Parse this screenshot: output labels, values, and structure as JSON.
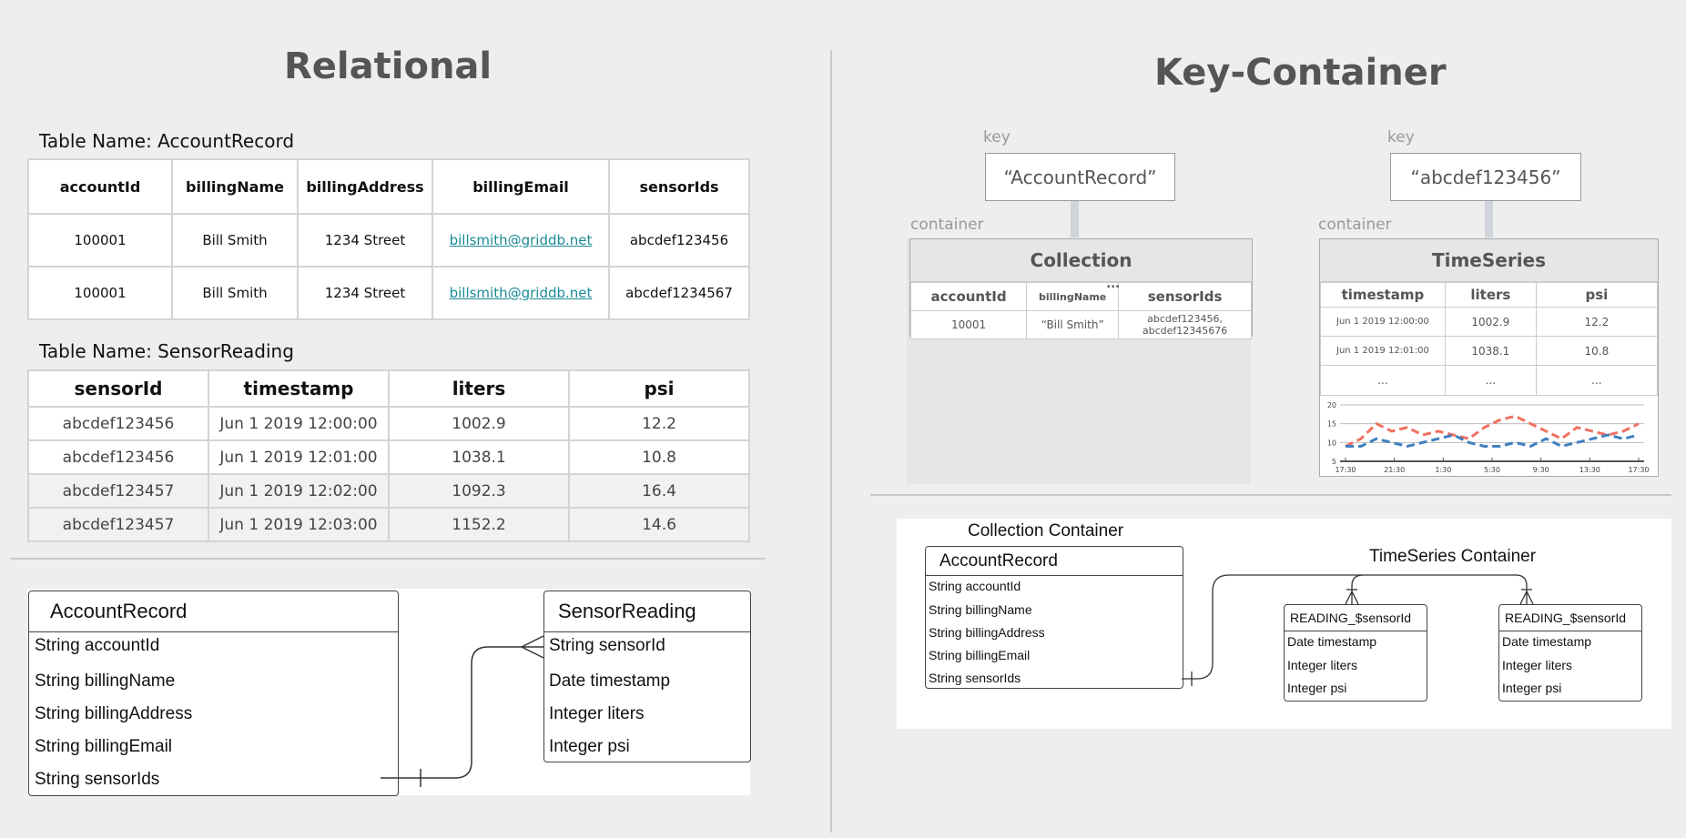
{
  "relational": {
    "heading": "Relational",
    "account_table": {
      "name": "Table Name: AccountRecord",
      "columns": [
        "accountId",
        "billingName",
        "billingAddress",
        "billingEmail",
        "sensorIds"
      ],
      "rows": [
        [
          "100001",
          "Bill Smith",
          "1234 Street",
          "billsmith@griddb.net",
          "abcdef123456"
        ],
        [
          "100001",
          "Bill Smith",
          "1234 Street",
          "billsmith@griddb.net",
          "abcdef1234567"
        ]
      ]
    },
    "sensor_table": {
      "name": "Table Name: SensorReading",
      "columns": [
        "sensorId",
        "timestamp",
        "liters",
        "psi"
      ],
      "rows": [
        [
          "abcdef123456",
          "Jun 1 2019 12:00:00",
          "1002.9",
          "12.2"
        ],
        [
          "abcdef123456",
          "Jun 1 2019 12:01:00",
          "1038.1",
          "10.8"
        ],
        [
          "abcdef123457",
          "Jun 1 2019 12:02:00",
          "1092.3",
          "16.4"
        ],
        [
          "abcdef123457",
          "Jun 1 2019 12:03:00",
          "1152.2",
          "14.6"
        ]
      ]
    },
    "erd": {
      "account": {
        "title": "AccountRecord",
        "fields": [
          "String accountId",
          "String billingName",
          "String billingAddress",
          "String billingEmail",
          "String sensorIds"
        ]
      },
      "sensor": {
        "title": "SensorReading",
        "fields": [
          "String sensorId",
          "Date timestamp",
          "Integer liters",
          "Integer psi"
        ]
      }
    }
  },
  "keycontainer": {
    "heading": "Key-Container",
    "key_label": "key",
    "container_label": "container",
    "collection": {
      "key": "“AccountRecord”",
      "title": "Collection",
      "columns": [
        "accountId",
        "billingName",
        "sensorIds"
      ],
      "ellipsis": "...",
      "row": [
        "10001",
        "“Bill Smith”",
        "abcdef123456, abcdef12345676"
      ]
    },
    "timeseries": {
      "key": "“abcdef123456”",
      "title": "TimeSeries",
      "columns": [
        "timestamp",
        "liters",
        "psi"
      ],
      "rows": [
        [
          "Jun 1 2019 12:00:00",
          "1002.9",
          "12.2"
        ],
        [
          "Jun 1 2019 12:01:00",
          "1038.1",
          "10.8"
        ],
        [
          "...",
          "...",
          "..."
        ]
      ]
    },
    "erd": {
      "collection_label": "Collection Container",
      "timeseries_label": "TimeSeries Container",
      "account": {
        "title": "AccountRecord",
        "fields": [
          "String accountId",
          "String billingName",
          "String billingAddress",
          "String billingEmail",
          "String sensorIds"
        ]
      },
      "reading": {
        "title": "READING_$sensorId",
        "fields": [
          "Date timestamp",
          "Integer liters",
          "Integer psi"
        ]
      }
    }
  },
  "colors": {
    "link": "#1a8a96",
    "series_red": "#f07060",
    "series_blue": "#3f7fbf"
  },
  "chart_data": {
    "type": "line",
    "x": [
      "17:30",
      "21:30",
      "1:30",
      "5:30",
      "9:30",
      "13:30",
      "17:30"
    ],
    "ylim": [
      5,
      20
    ],
    "yticks": [
      5,
      10,
      15,
      20
    ],
    "series": [
      {
        "values": [
          9,
          11,
          15,
          13,
          14,
          12,
          13,
          12,
          11,
          14,
          16,
          17,
          15,
          13,
          11,
          14,
          13,
          12,
          13,
          15
        ]
      },
      {
        "values": [
          9,
          9,
          11,
          10,
          9,
          10,
          11,
          12,
          10,
          9,
          9,
          10,
          9,
          11,
          9,
          10,
          11,
          12,
          11,
          12
        ]
      }
    ]
  }
}
